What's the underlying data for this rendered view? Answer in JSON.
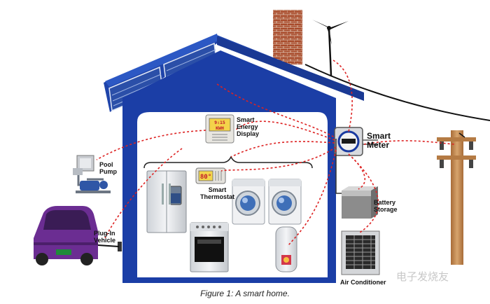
{
  "labels": {
    "smart_energy_display": [
      "Smart",
      "Energy",
      "Display"
    ],
    "smart_thermostat": [
      "Smart",
      "Thermostat"
    ],
    "smart_meter": [
      "Smart",
      "Meter"
    ],
    "pool_pump": [
      "Pool",
      "Pump"
    ],
    "plug_in_vehicle": [
      "Plug-In",
      "Vehicle"
    ],
    "battery_storage": [
      "Battery",
      "Storage"
    ],
    "air_conditioner": "Air Conditioner"
  },
  "display_readout": [
    "9:15",
    "KWH"
  ],
  "thermostat_readout": "80°",
  "caption": "Figure 1: A smart home.",
  "watermark": "电子发烧友",
  "colors": {
    "house_blue": "#1a3aa0",
    "wire_red": "#d12020",
    "solar_panel": "#1d3f9a",
    "pole_wood": "#c8935a",
    "car_purple": "#6a2a8f",
    "chimney_brick": "#a24a2a"
  }
}
